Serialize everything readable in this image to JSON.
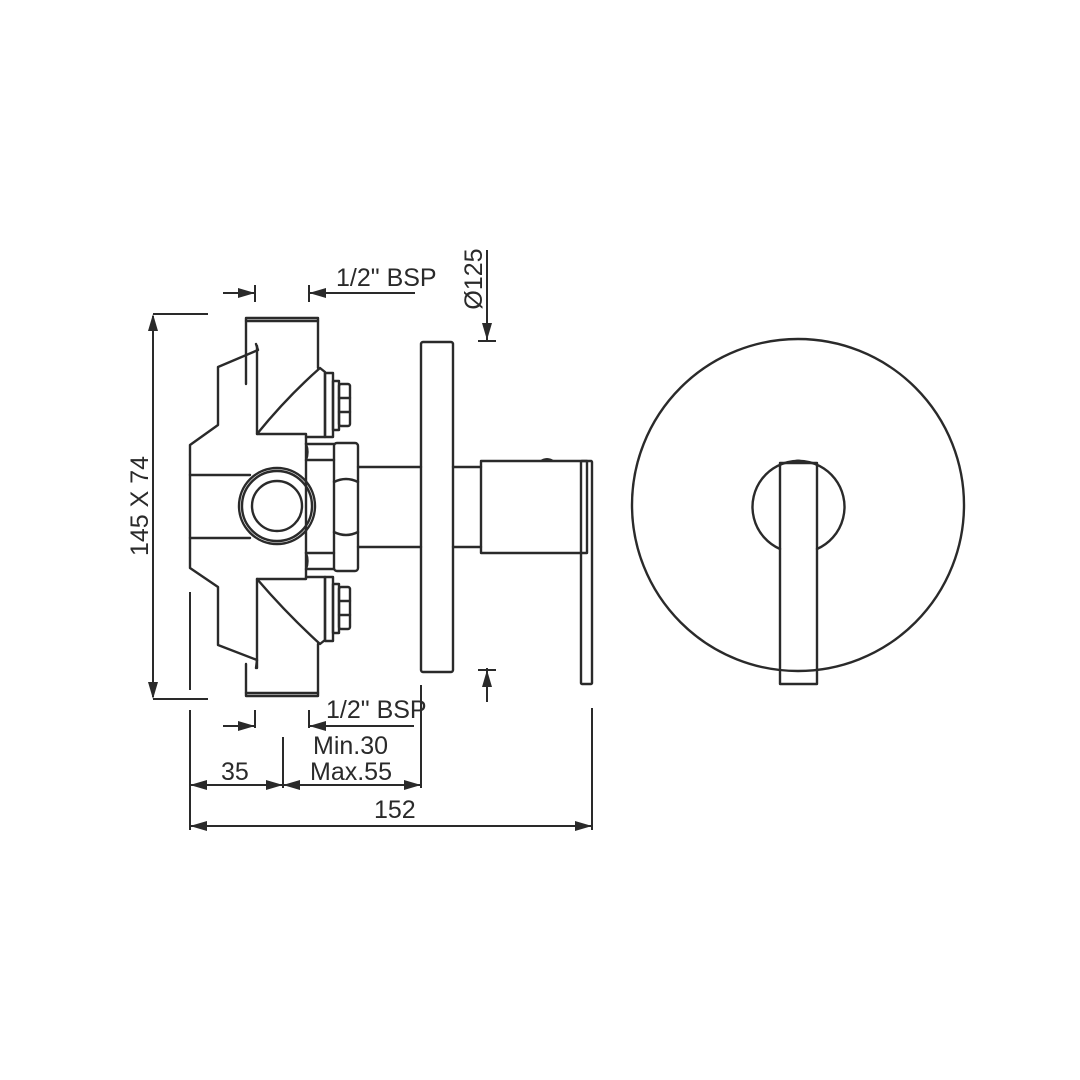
{
  "drawing": {
    "background": "#ffffff",
    "line_color": "#2a2a2a",
    "views": [
      "side-view",
      "front-view"
    ],
    "labels": {
      "inlet_top": "1/2\" BSP",
      "inlet_bottom": "1/2\" BSP",
      "plate_diameter": "Ø125",
      "body_size": "145 X 74",
      "offset_35": "35",
      "min_depth": "Min.30",
      "max_depth": "Max.55",
      "total_depth": "152"
    }
  }
}
